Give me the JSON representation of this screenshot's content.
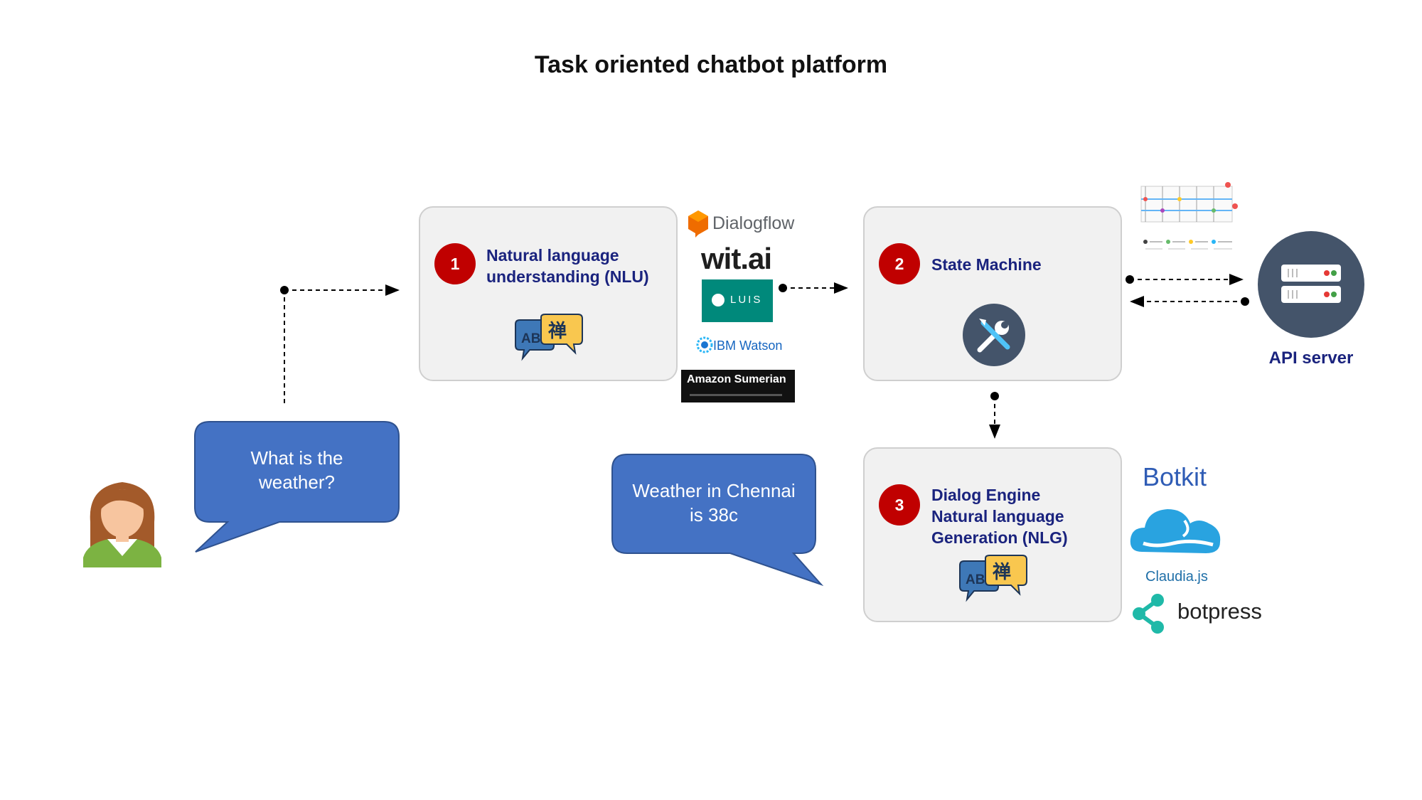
{
  "title": "Task oriented chatbot platform",
  "user_message": {
    "line1": "What is the",
    "line2": "weather?"
  },
  "bot_message": {
    "line1": "Weather in Chennai",
    "line2": "is 38c"
  },
  "steps": [
    {
      "number": "1",
      "line1": "Natural language",
      "line2": "understanding (NLU)"
    },
    {
      "number": "2",
      "line1": "State Machine"
    },
    {
      "number": "3",
      "line1": "Dialog Engine",
      "line2": "Natural language",
      "line3": "Generation (NLG)"
    }
  ],
  "nlu_logos": {
    "dialogflow": "Dialogflow",
    "witai": "wit.ai",
    "luis": "LUIS",
    "ibm_watson": "IBM Watson",
    "amazon_sumerian": "Amazon Sumerian"
  },
  "nlg_logos": {
    "botkit": "Botkit",
    "claudia": "Claudia.js",
    "botpress": "botpress"
  },
  "api_server_label": "API server",
  "colors": {
    "bubble": "#4472c4",
    "number_badge": "#c00000",
    "box_label": "#1a237e",
    "server_circle": "#44546a"
  }
}
